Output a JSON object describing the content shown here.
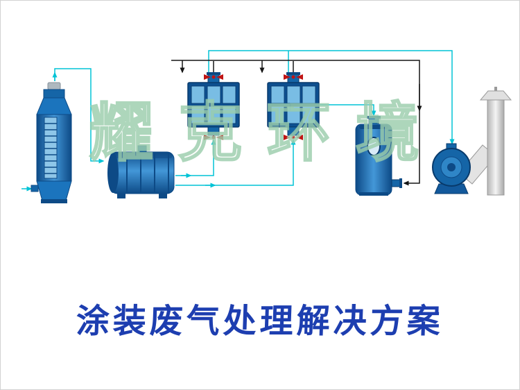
{
  "title": {
    "text": "涂装废气处理解决方案"
  },
  "watermark": {
    "text": "耀克环境"
  },
  "colors": {
    "equipment_blue_dark": "#0d4a86",
    "equipment_blue": "#1565a7",
    "equipment_blue_light": "#79bde4",
    "flow_line_cyan": "#00c3d6",
    "flow_line_black": "#151515",
    "valve_red": "#c01414",
    "chimney_gray": "#d9d9d9",
    "watermark_green": "#98ccaa",
    "title_blue": "#1d3eb0"
  },
  "components": [
    "spray-tower",
    "pretreatment-tank",
    "activated-carbon-box-1",
    "activated-carbon-box-2",
    "recovery-tank",
    "centrifugal-fan",
    "exhaust-chimney"
  ]
}
